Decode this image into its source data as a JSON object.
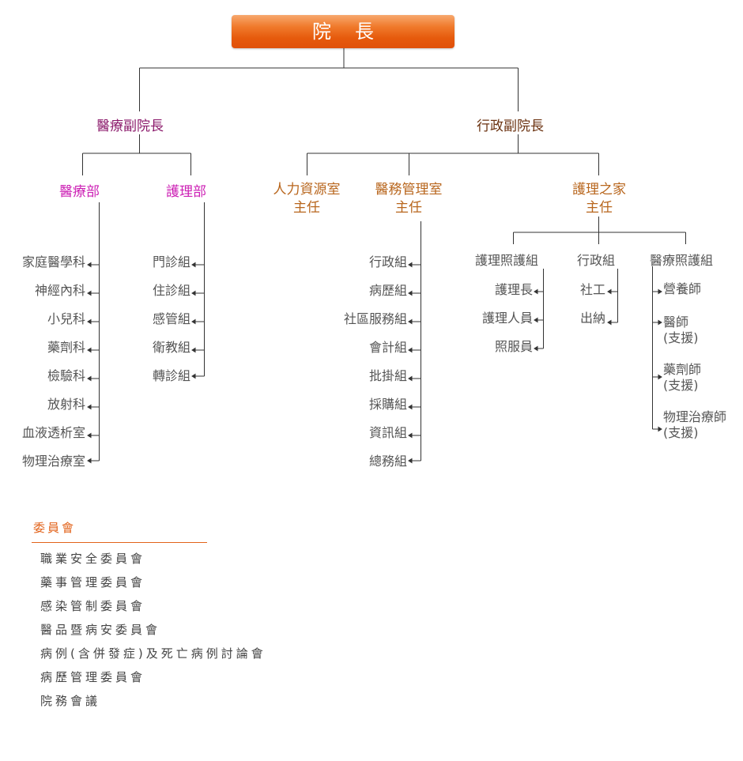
{
  "director": "院長",
  "vice_medical": "醫療副院長",
  "vice_admin": "行政副院長",
  "medical_dept": {
    "title": "醫療部",
    "items": [
      "家庭醫學科",
      "神經內科",
      "小兒科",
      "藥劑科",
      "檢驗科",
      "放射科",
      "血液透析室",
      "物理治療室"
    ]
  },
  "nursing_dept": {
    "title": "護理部",
    "items": [
      "門診組",
      "住診組",
      "感管組",
      "衛教組",
      "轉診組"
    ]
  },
  "hr": {
    "title_line1": "人力資源室",
    "title_line2": "主任"
  },
  "med_affairs": {
    "title_line1": "醫務管理室",
    "title_line2": "主任",
    "items": [
      "行政組",
      "病歷組",
      "社區服務組",
      "會計組",
      "批掛組",
      "採購組",
      "資訊組",
      "總務組"
    ]
  },
  "nursing_home": {
    "title_line1": "護理之家",
    "title_line2": "主任",
    "care": {
      "title": "護理照護組",
      "items": [
        "護理長",
        "護理人員",
        "照服員"
      ]
    },
    "admin": {
      "title": "行政組",
      "items": [
        "社工",
        "出納"
      ]
    },
    "medcare": {
      "title": "醫療照護組",
      "items": [
        {
          "line1": "營養師",
          "line2": ""
        },
        {
          "line1": "醫師",
          "line2": "(支援)"
        },
        {
          "line1": "藥劑師",
          "line2": "(支援)"
        },
        {
          "line1": "物理治療師",
          "line2": "(支援)"
        }
      ]
    }
  },
  "committees": {
    "title": "委員會",
    "items": [
      "職業安全委員會",
      "藥事管理委員會",
      "感染管制委員會",
      "醫品暨病安委員會",
      "病例(含併發症)及死亡病例討論會",
      "病歷管理委員會",
      "院務會議"
    ]
  },
  "colors": {
    "director_bg": "#e8600f",
    "line": "#333333",
    "committee_accent": "#e2631b"
  }
}
